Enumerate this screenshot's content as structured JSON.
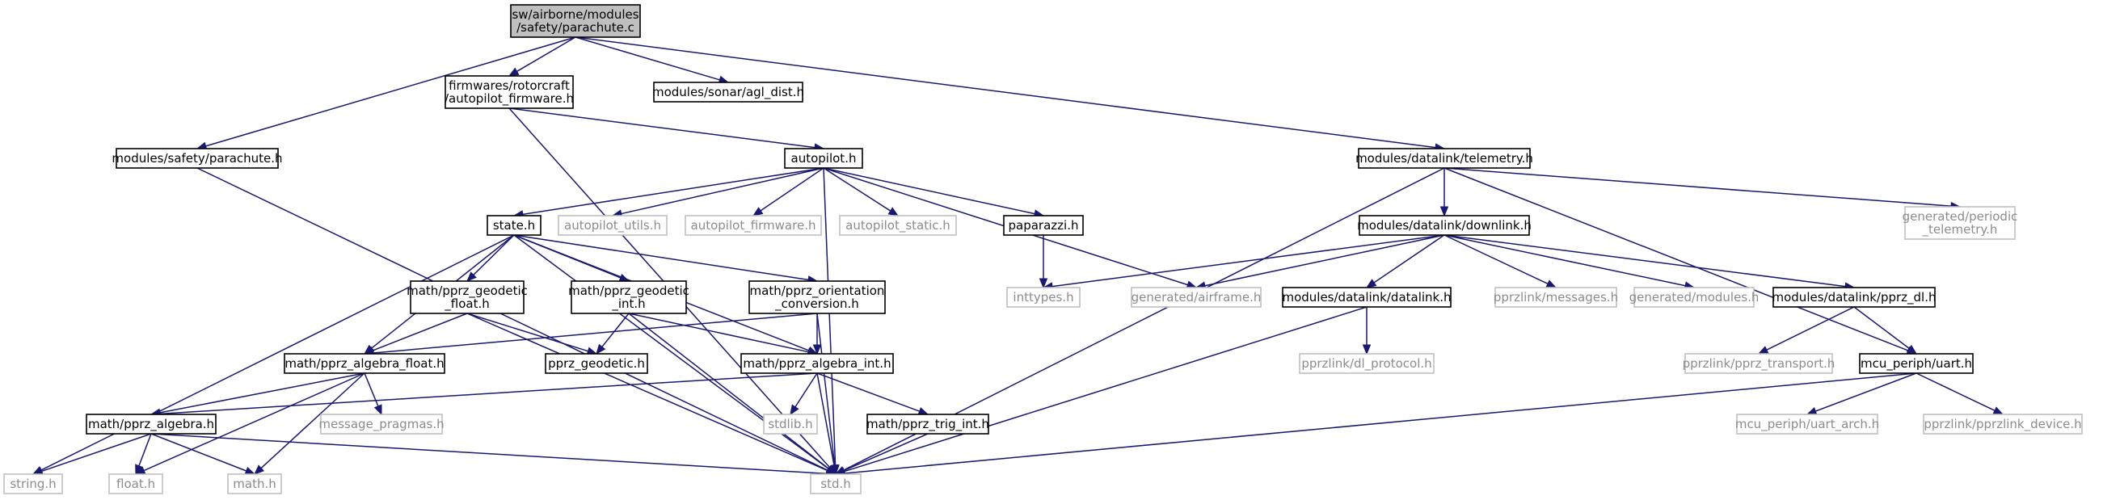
{
  "nodes": [
    {
      "id": "root",
      "lines": [
        "sw/airborne/modules",
        "/safety/parachute.c"
      ],
      "style": "root"
    },
    {
      "id": "autopilot_firmware_h",
      "lines": [
        "firmwares/rotorcraft",
        "/autopilot_firmware.h"
      ],
      "style": "normal"
    },
    {
      "id": "agl_dist",
      "lines": [
        "modules/sonar/agl_dist.h"
      ],
      "style": "normal"
    },
    {
      "id": "parachute_h",
      "lines": [
        "modules/safety/parachute.h"
      ],
      "style": "normal"
    },
    {
      "id": "autopilot_h",
      "lines": [
        "autopilot.h"
      ],
      "style": "normal"
    },
    {
      "id": "telemetry_h",
      "lines": [
        "modules/datalink/telemetry.h"
      ],
      "style": "normal"
    },
    {
      "id": "state_h",
      "lines": [
        "state.h"
      ],
      "style": "normal"
    },
    {
      "id": "autopilot_utils",
      "lines": [
        "autopilot_utils.h"
      ],
      "style": "ghost"
    },
    {
      "id": "autopilot_firmware_g",
      "lines": [
        "autopilot_firmware.h"
      ],
      "style": "ghost"
    },
    {
      "id": "autopilot_static",
      "lines": [
        "autopilot_static.h"
      ],
      "style": "ghost"
    },
    {
      "id": "paparazzi_h",
      "lines": [
        "paparazzi.h"
      ],
      "style": "normal"
    },
    {
      "id": "downlink_h",
      "lines": [
        "modules/datalink/downlink.h"
      ],
      "style": "normal"
    },
    {
      "id": "periodic_telemetry",
      "lines": [
        "generated/periodic",
        "_telemetry.h"
      ],
      "style": "ghost"
    },
    {
      "id": "geodetic_float",
      "lines": [
        "math/pprz_geodetic",
        "_float.h"
      ],
      "style": "normal"
    },
    {
      "id": "geodetic_int",
      "lines": [
        "math/pprz_geodetic",
        "_int.h"
      ],
      "style": "normal"
    },
    {
      "id": "orientation_conv",
      "lines": [
        "math/pprz_orientation",
        "_conversion.h"
      ],
      "style": "normal"
    },
    {
      "id": "inttypes",
      "lines": [
        "inttypes.h"
      ],
      "style": "ghost"
    },
    {
      "id": "airframe",
      "lines": [
        "generated/airframe.h"
      ],
      "style": "ghost"
    },
    {
      "id": "datalink_h",
      "lines": [
        "modules/datalink/datalink.h"
      ],
      "style": "normal"
    },
    {
      "id": "messages",
      "lines": [
        "pprzlink/messages.h"
      ],
      "style": "ghost"
    },
    {
      "id": "gen_modules",
      "lines": [
        "generated/modules.h"
      ],
      "style": "ghost"
    },
    {
      "id": "pprz_dl",
      "lines": [
        "modules/datalink/pprz_dl.h"
      ],
      "style": "normal"
    },
    {
      "id": "algebra_float",
      "lines": [
        "math/pprz_algebra_float.h"
      ],
      "style": "normal"
    },
    {
      "id": "pprz_geodetic",
      "lines": [
        "pprz_geodetic.h"
      ],
      "style": "normal"
    },
    {
      "id": "algebra_int",
      "lines": [
        "math/pprz_algebra_int.h"
      ],
      "style": "normal"
    },
    {
      "id": "dl_protocol",
      "lines": [
        "pprzlink/dl_protocol.h"
      ],
      "style": "ghost"
    },
    {
      "id": "pprz_transport",
      "lines": [
        "pprzlink/pprz_transport.h"
      ],
      "style": "ghost"
    },
    {
      "id": "uart_h",
      "lines": [
        "mcu_periph/uart.h"
      ],
      "style": "normal"
    },
    {
      "id": "pprz_algebra",
      "lines": [
        "math/pprz_algebra.h"
      ],
      "style": "normal"
    },
    {
      "id": "message_pragmas",
      "lines": [
        "message_pragmas.h"
      ],
      "style": "ghost"
    },
    {
      "id": "stdlib",
      "lines": [
        "stdlib.h"
      ],
      "style": "ghost"
    },
    {
      "id": "trig_int",
      "lines": [
        "math/pprz_trig_int.h"
      ],
      "style": "normal"
    },
    {
      "id": "uart_arch",
      "lines": [
        "mcu_periph/uart_arch.h"
      ],
      "style": "ghost"
    },
    {
      "id": "pprzlink_device",
      "lines": [
        "pprzlink/pprzlink_device.h"
      ],
      "style": "ghost"
    },
    {
      "id": "string_h",
      "lines": [
        "string.h"
      ],
      "style": "ghost"
    },
    {
      "id": "float_h",
      "lines": [
        "float.h"
      ],
      "style": "ghost"
    },
    {
      "id": "math_h",
      "lines": [
        "math.h"
      ],
      "style": "ghost"
    },
    {
      "id": "std_h",
      "lines": [
        "std.h"
      ],
      "style": "ghost"
    }
  ],
  "edges": [
    [
      "root",
      "autopilot_firmware_h"
    ],
    [
      "root",
      "agl_dist"
    ],
    [
      "root",
      "parachute_h"
    ],
    [
      "root",
      "telemetry_h"
    ],
    [
      "autopilot_firmware_h",
      "autopilot_h"
    ],
    [
      "autopilot_firmware_h",
      "std_h"
    ],
    [
      "parachute_h",
      "std_h"
    ],
    [
      "autopilot_h",
      "state_h"
    ],
    [
      "autopilot_h",
      "autopilot_utils"
    ],
    [
      "autopilot_h",
      "autopilot_firmware_g"
    ],
    [
      "autopilot_h",
      "autopilot_static"
    ],
    [
      "autopilot_h",
      "paparazzi_h"
    ],
    [
      "autopilot_h",
      "airframe"
    ],
    [
      "autopilot_h",
      "std_h"
    ],
    [
      "telemetry_h",
      "downlink_h"
    ],
    [
      "telemetry_h",
      "periodic_telemetry"
    ],
    [
      "telemetry_h",
      "uart_h"
    ],
    [
      "telemetry_h",
      "std_h"
    ],
    [
      "state_h",
      "geodetic_float"
    ],
    [
      "state_h",
      "geodetic_int"
    ],
    [
      "state_h",
      "orientation_conv"
    ],
    [
      "state_h",
      "algebra_float"
    ],
    [
      "state_h",
      "algebra_int"
    ],
    [
      "state_h",
      "string_h"
    ],
    [
      "state_h",
      "std_h"
    ],
    [
      "paparazzi_h",
      "inttypes"
    ],
    [
      "downlink_h",
      "inttypes"
    ],
    [
      "downlink_h",
      "airframe"
    ],
    [
      "downlink_h",
      "datalink_h"
    ],
    [
      "downlink_h",
      "messages"
    ],
    [
      "downlink_h",
      "gen_modules"
    ],
    [
      "downlink_h",
      "pprz_dl"
    ],
    [
      "geodetic_float",
      "algebra_float"
    ],
    [
      "geodetic_float",
      "pprz_geodetic"
    ],
    [
      "geodetic_float",
      "std_h"
    ],
    [
      "geodetic_int",
      "pprz_geodetic"
    ],
    [
      "geodetic_int",
      "algebra_int"
    ],
    [
      "geodetic_int",
      "std_h"
    ],
    [
      "orientation_conv",
      "algebra_float"
    ],
    [
      "orientation_conv",
      "algebra_int"
    ],
    [
      "orientation_conv",
      "std_h"
    ],
    [
      "datalink_h",
      "dl_protocol"
    ],
    [
      "datalink_h",
      "std_h"
    ],
    [
      "pprz_dl",
      "pprz_transport"
    ],
    [
      "pprz_dl",
      "uart_h"
    ],
    [
      "algebra_float",
      "pprz_algebra"
    ],
    [
      "algebra_float",
      "message_pragmas"
    ],
    [
      "algebra_float",
      "float_h"
    ],
    [
      "algebra_float",
      "math_h"
    ],
    [
      "algebra_int",
      "pprz_algebra"
    ],
    [
      "algebra_int",
      "stdlib"
    ],
    [
      "algebra_int",
      "trig_int"
    ],
    [
      "algebra_int",
      "std_h"
    ],
    [
      "uart_h",
      "uart_arch"
    ],
    [
      "uart_h",
      "pprzlink_device"
    ],
    [
      "uart_h",
      "std_h"
    ],
    [
      "pprz_algebra",
      "string_h"
    ],
    [
      "pprz_algebra",
      "float_h"
    ],
    [
      "pprz_algebra",
      "math_h"
    ],
    [
      "pprz_algebra",
      "std_h"
    ],
    [
      "trig_int",
      "std_h"
    ]
  ],
  "colors": {
    "edge": "#191970",
    "root_fill": "#bfbfbf",
    "node_border": "#000000",
    "ghost_border": "#bfbfbf",
    "ghost_text": "#8c8c8c"
  }
}
